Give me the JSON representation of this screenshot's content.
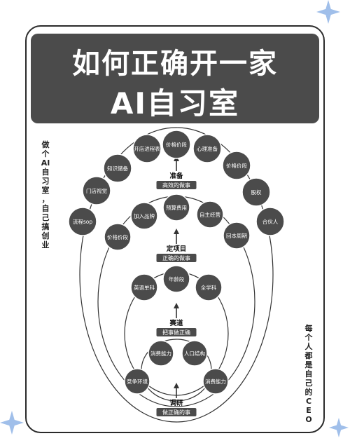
{
  "title": {
    "line1": "如何正确开一家",
    "line2": "AI自习室"
  },
  "left_vertical": [
    "做",
    "个",
    "AI",
    "自",
    "习",
    "室",
    "，",
    "自",
    "己",
    "搞",
    "创",
    "业"
  ],
  "right_vertical": [
    "每",
    "个",
    "人",
    "都",
    "是",
    "自",
    "己",
    "的",
    "C",
    "E",
    "O"
  ],
  "stages": [
    {
      "id": "prep",
      "title": "准备",
      "subtitle": "高效的做事"
    },
    {
      "id": "project",
      "title": "定项目",
      "subtitle": "正确的做事"
    },
    {
      "id": "track",
      "title": "赛道",
      "subtitle": "把事做正确"
    },
    {
      "id": "research",
      "title": "调研",
      "subtitle": "做正确的事"
    }
  ],
  "nodes": {
    "outer": [
      "流程sop",
      "门店视觉",
      "知识储备",
      "开店进程表",
      "价格价段",
      "心理准备",
      "价格价段",
      "股权",
      "合伙人"
    ],
    "middle": [
      "价格价段",
      "加入品牌",
      "预算费用",
      "自主经营",
      "回本周期"
    ],
    "inner": [
      "英语单科",
      "年龄段",
      "全学科"
    ],
    "core": [
      "竞争环境",
      "消费能力",
      "人口结构",
      "消费能力"
    ]
  },
  "colors": {
    "node": "#4b4b4b",
    "line": "#333333",
    "banner": "#4b4b4b",
    "star": "#8fb4e6"
  }
}
